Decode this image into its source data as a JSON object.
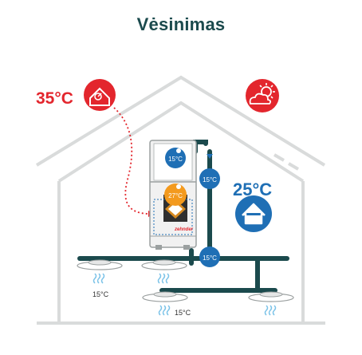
{
  "title": "Vėsinimas",
  "outside_temperature": "35°C",
  "inside_temperature": "25°C",
  "brand": "zehnder",
  "colors": {
    "red": "#e3262d",
    "blue": "#1f6fb5",
    "orange": "#f39a1e",
    "pipe": "#1b4a4d",
    "house_outline": "#d9dbdb"
  },
  "icons": {
    "outdoor": "outdoor-thermometer-icon",
    "weather": "sun-cloud-icon",
    "indoor": "house-icon"
  },
  "unit": {
    "top_temp": "15°C",
    "middle_temp": "27°C"
  },
  "pipe_nodes": {
    "upper": "15°C",
    "lower": "15°C"
  },
  "vents": [
    {
      "label": "15°C"
    },
    {
      "label": "15°C"
    },
    {
      "label": ""
    },
    {
      "label": ""
    }
  ]
}
